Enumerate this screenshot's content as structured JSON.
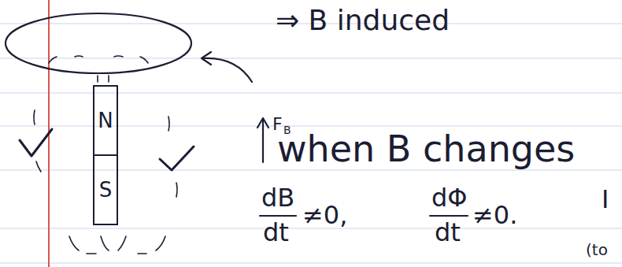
{
  "diagram": {
    "nodes": [
      {
        "text": [
          "N"
        ]
      },
      {
        "text": [
          "S"
        ]
      }
    ],
    "labels": [
      "⇒ B induced",
      "F",
      "B",
      "when B changes",
      "dB",
      "dt",
      "≠0,",
      "dΦ",
      "dt",
      "≠0.",
      "I",
      "(to"
    ]
  }
}
